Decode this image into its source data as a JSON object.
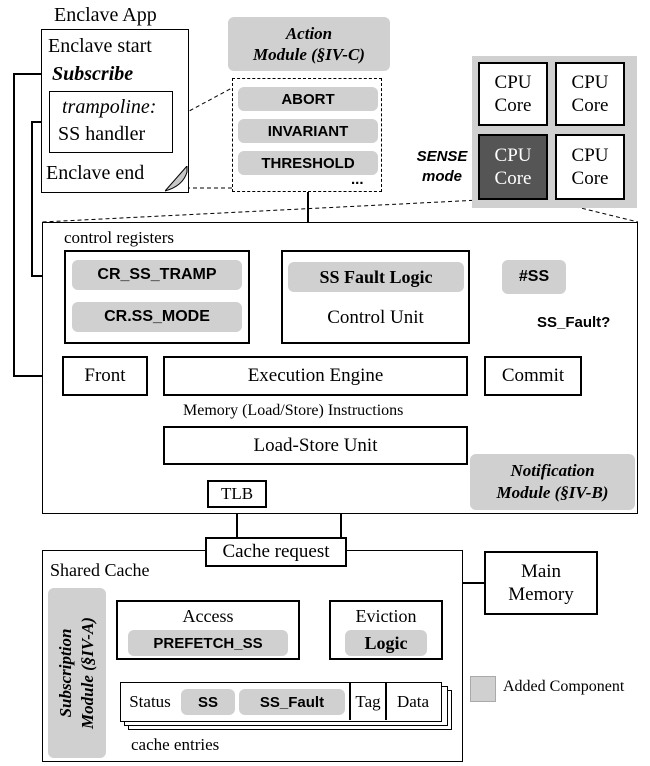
{
  "enclave_app": {
    "title": "Enclave App",
    "start": "Enclave start",
    "subscribe": "Subscribe",
    "trampoline": "trampoline:",
    "handler": "SS handler",
    "end": "Enclave end"
  },
  "action_module": {
    "title_line1": "Action",
    "title_line2": "Module (§IV-C)",
    "items": [
      "ABORT",
      "INVARIANT",
      "THRESHOLD"
    ],
    "more": "..."
  },
  "cpu": {
    "cores": [
      "CPU Core",
      "CPU Core",
      "CPU Core",
      "CPU Core"
    ],
    "core_line1": "CPU",
    "core_line2": "Core",
    "sense_line1": "SENSE",
    "sense_line2": "mode"
  },
  "core": {
    "control_registers": "control registers",
    "cr_tramp": "CR_SS_TRAMP",
    "cr_mode": "CR.SS_MODE",
    "fault_logic": "SS Fault Logic",
    "control_unit": "Control Unit",
    "ss_exception": "#SS",
    "ss_fault_q": "SS_Fault?",
    "front": "Front",
    "execution_engine": "Execution Engine",
    "commit": "Commit",
    "mem_instructions": "Memory (Load/Store) Instructions",
    "lsu": "Load-Store Unit",
    "tlb": "TLB",
    "notification_line1": "Notification",
    "notification_line2": "Module (§IV-B)"
  },
  "cache": {
    "cache_request": "Cache request",
    "shared_cache": "Shared Cache",
    "main_memory_line1": "Main",
    "main_memory_line2": "Memory",
    "subscription_line1": "Subscription",
    "subscription_line2": "Module (§IV-A)",
    "access": "Access",
    "prefetch": "PREFETCH_SS",
    "eviction": "Eviction",
    "logic": "Logic",
    "status": "Status",
    "ss": "SS",
    "ss_fault": "SS_Fault",
    "tag": "Tag",
    "data": "Data",
    "entries": "cache entries"
  },
  "legend": {
    "added": "Added Component"
  },
  "colors": {
    "added_component": "#d0d0d0",
    "sense_core": "#555555"
  }
}
